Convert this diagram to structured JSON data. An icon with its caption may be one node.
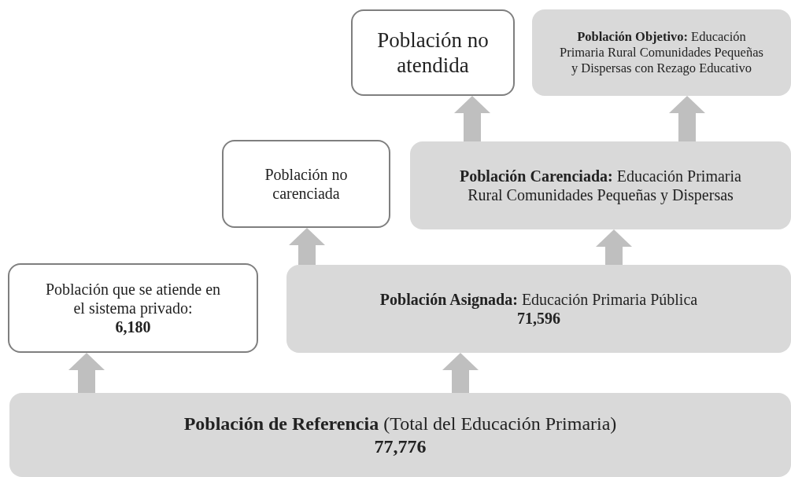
{
  "diagram": {
    "nodes": [
      {
        "text": [
          "Población no atendida"
        ]
      },
      {
        "text": [
          "**Población Objetivo:** Educación Primaria Rural Comunidades Pequeñas y Dispersas con Rezago Educativo"
        ]
      },
      {
        "text": [
          "Población no carenciada"
        ]
      },
      {
        "text": [
          "**Población Carenciada:** Educación Primaria Rural Comunidades Pequeñas y Dispersas"
        ]
      },
      {
        "text": [
          "Población que se atiende en el sistema privado:",
          "6,180"
        ]
      },
      {
        "text": [
          "**Población Asignada:** Educación Primaria Pública",
          "71,596"
        ]
      },
      {
        "text": [
          "**Población de Referencia** (Total del Educación Primaria)",
          "77,776"
        ]
      }
    ],
    "edges": [
      {
        "from": 6,
        "to": 4,
        "arrow": "to"
      },
      {
        "from": 6,
        "to": 5,
        "arrow": "to"
      },
      {
        "from": 5,
        "to": 2,
        "arrow": "to"
      },
      {
        "from": 5,
        "to": 3,
        "arrow": "to"
      },
      {
        "from": 3,
        "to": 0,
        "arrow": "to"
      },
      {
        "from": 3,
        "to": 1,
        "arrow": "to"
      }
    ]
  }
}
